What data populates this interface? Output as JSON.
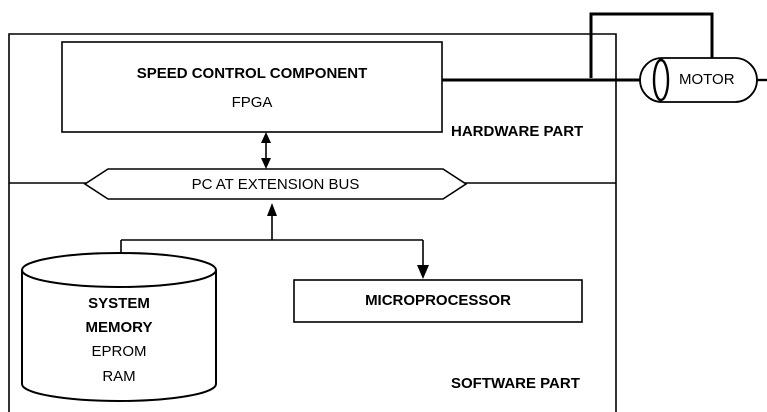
{
  "speed_control": {
    "title": "SPEED CONTROL COMPONENT",
    "subtitle": "FPGA"
  },
  "hardware_part": "HARDWARE PART",
  "bus": "PC AT EXTENSION BUS",
  "motor": "MOTOR",
  "system_memory": {
    "line1": "SYSTEM",
    "line2": "MEMORY",
    "line3": "EPROM",
    "line4": "RAM"
  },
  "microprocessor": "MICROPROCESSOR",
  "software_part": "SOFTWARE PART"
}
